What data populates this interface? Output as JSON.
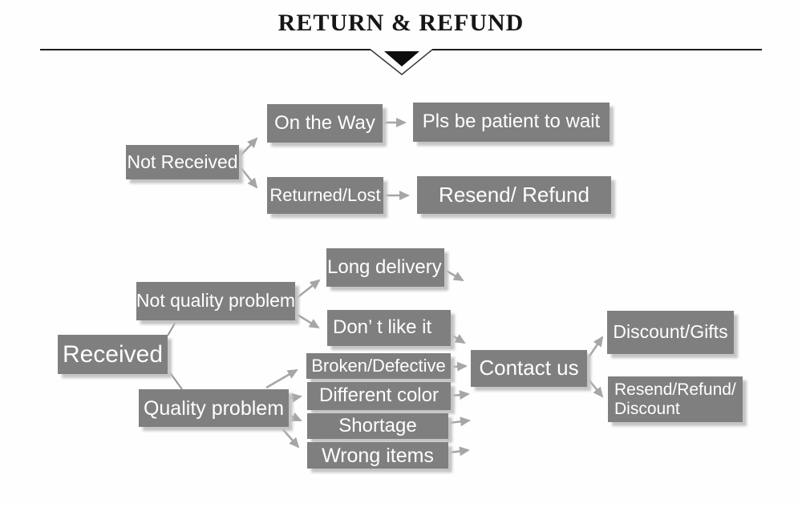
{
  "header": {
    "title": "RETURN & REFUND"
  },
  "nodes": {
    "not_received": "Not Received",
    "on_the_way": "On the Way",
    "pls_wait": "Pls be patient to wait",
    "returned_lost": "Returned/Lost",
    "resend_refund": "Resend/ Refund",
    "received": "Received",
    "not_quality_problem": "Not quality problem",
    "long_delivery": "Long delivery",
    "dont_like_it": "Don’ t like it",
    "quality_problem": "Quality problem",
    "broken_defective": "Broken/Defective",
    "different_color": "Different color",
    "shortage": "Shortage",
    "wrong_items": "Wrong items",
    "contact_us": "Contact us",
    "discount_gifts": "Discount/Gifts",
    "resend_refund_discount": {
      "line1": "Resend/Refund/",
      "line2": "Discount"
    }
  },
  "colors": {
    "node_bg": "#7f7f7f",
    "node_text": "#ffffff",
    "arrow": "#a6a6a6",
    "connector": "#949494",
    "title_text": "#161616",
    "divider": "#1d1d1d",
    "shadow": "#c4c4c4"
  }
}
